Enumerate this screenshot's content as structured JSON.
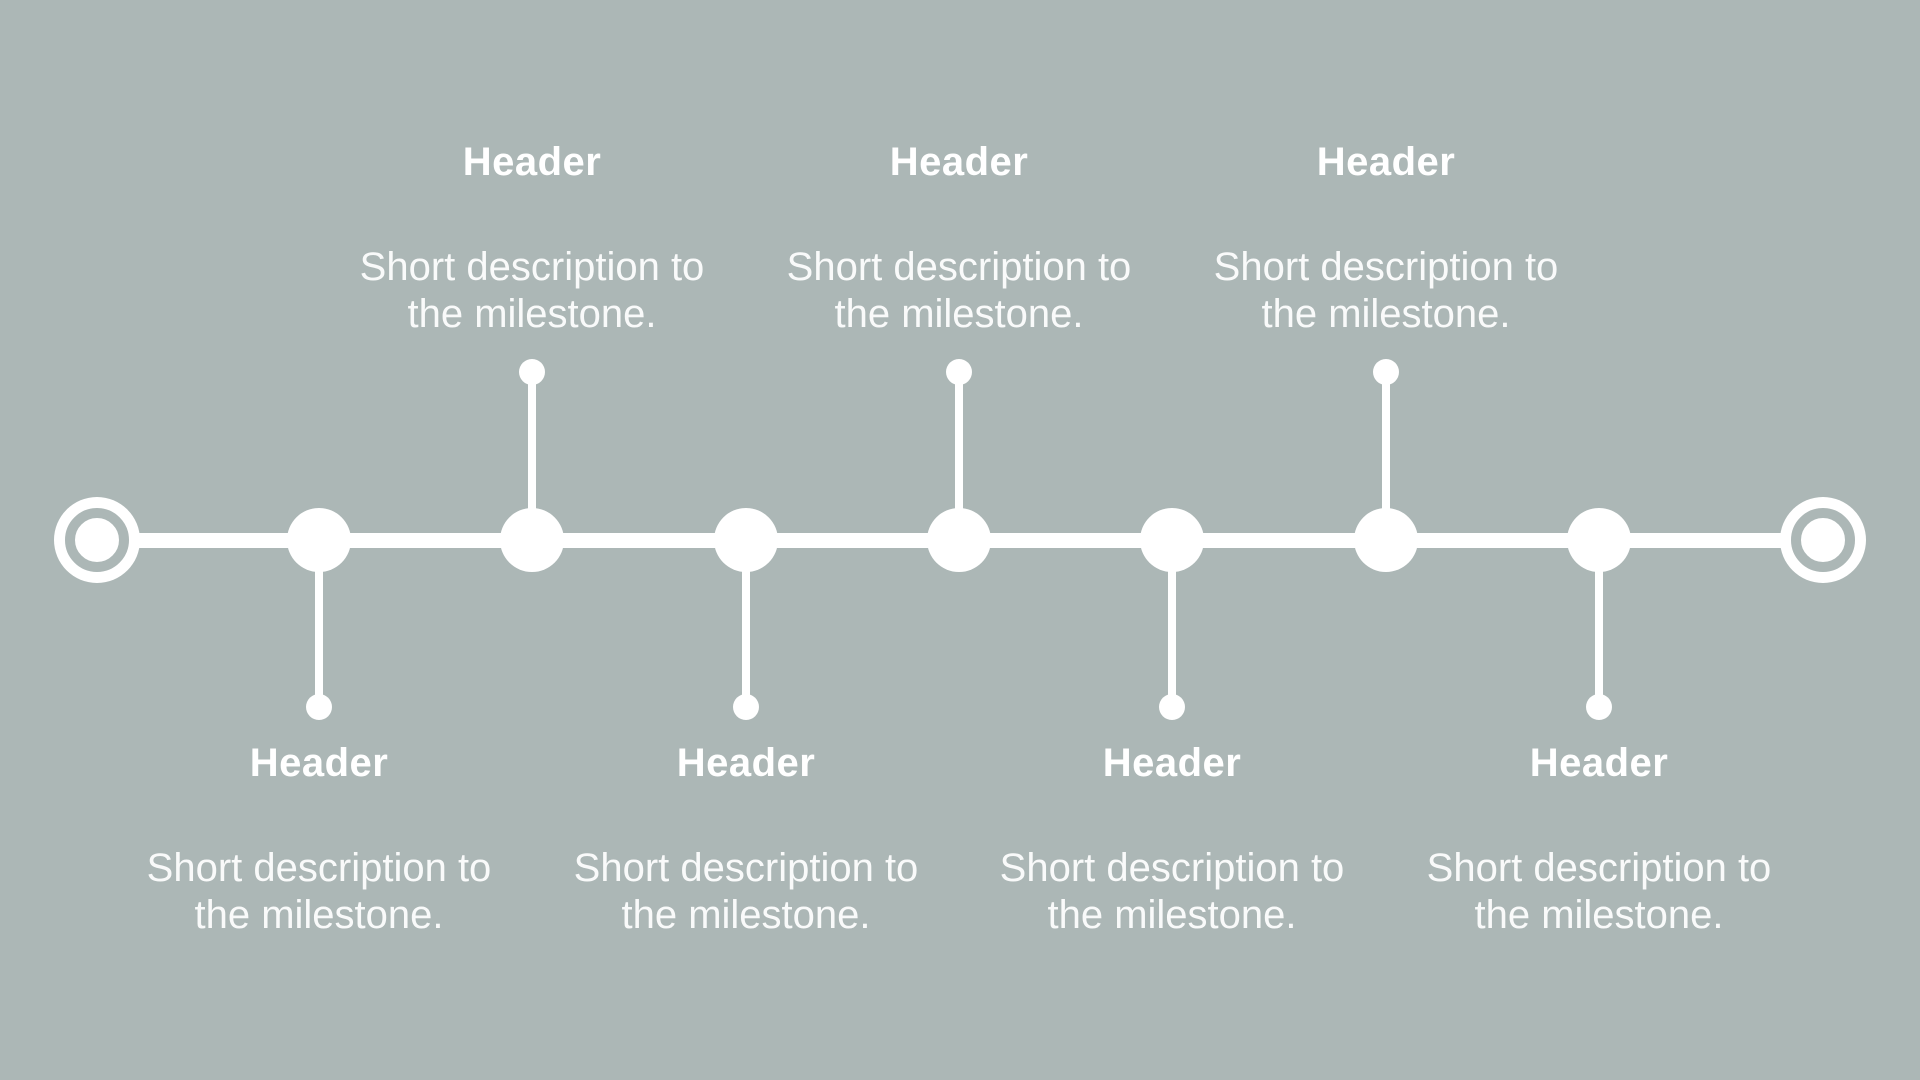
{
  "colors": {
    "background": "#acb7b6",
    "foreground": "#ffffff"
  },
  "timeline": {
    "endpoint_icon": "circle-ring-icon",
    "node_icon": "filled-circle-icon",
    "milestones": [
      {
        "header": "Header",
        "desc_line1": "Short description to",
        "desc_line2": "the milestone.",
        "text_position": "below"
      },
      {
        "header": "Header",
        "desc_line1": "Short description to",
        "desc_line2": "the milestone.",
        "text_position": "above"
      },
      {
        "header": "Header",
        "desc_line1": "Short description to",
        "desc_line2": "the milestone.",
        "text_position": "below"
      },
      {
        "header": "Header",
        "desc_line1": "Short description to",
        "desc_line2": "the milestone.",
        "text_position": "above"
      },
      {
        "header": "Header",
        "desc_line1": "Short description to",
        "desc_line2": "the milestone.",
        "text_position": "below"
      },
      {
        "header": "Header",
        "desc_line1": "Short description to",
        "desc_line2": "the milestone.",
        "text_position": "above"
      },
      {
        "header": "Header",
        "desc_line1": "Short description to",
        "desc_line2": "the milestone.",
        "text_position": "below"
      }
    ]
  }
}
